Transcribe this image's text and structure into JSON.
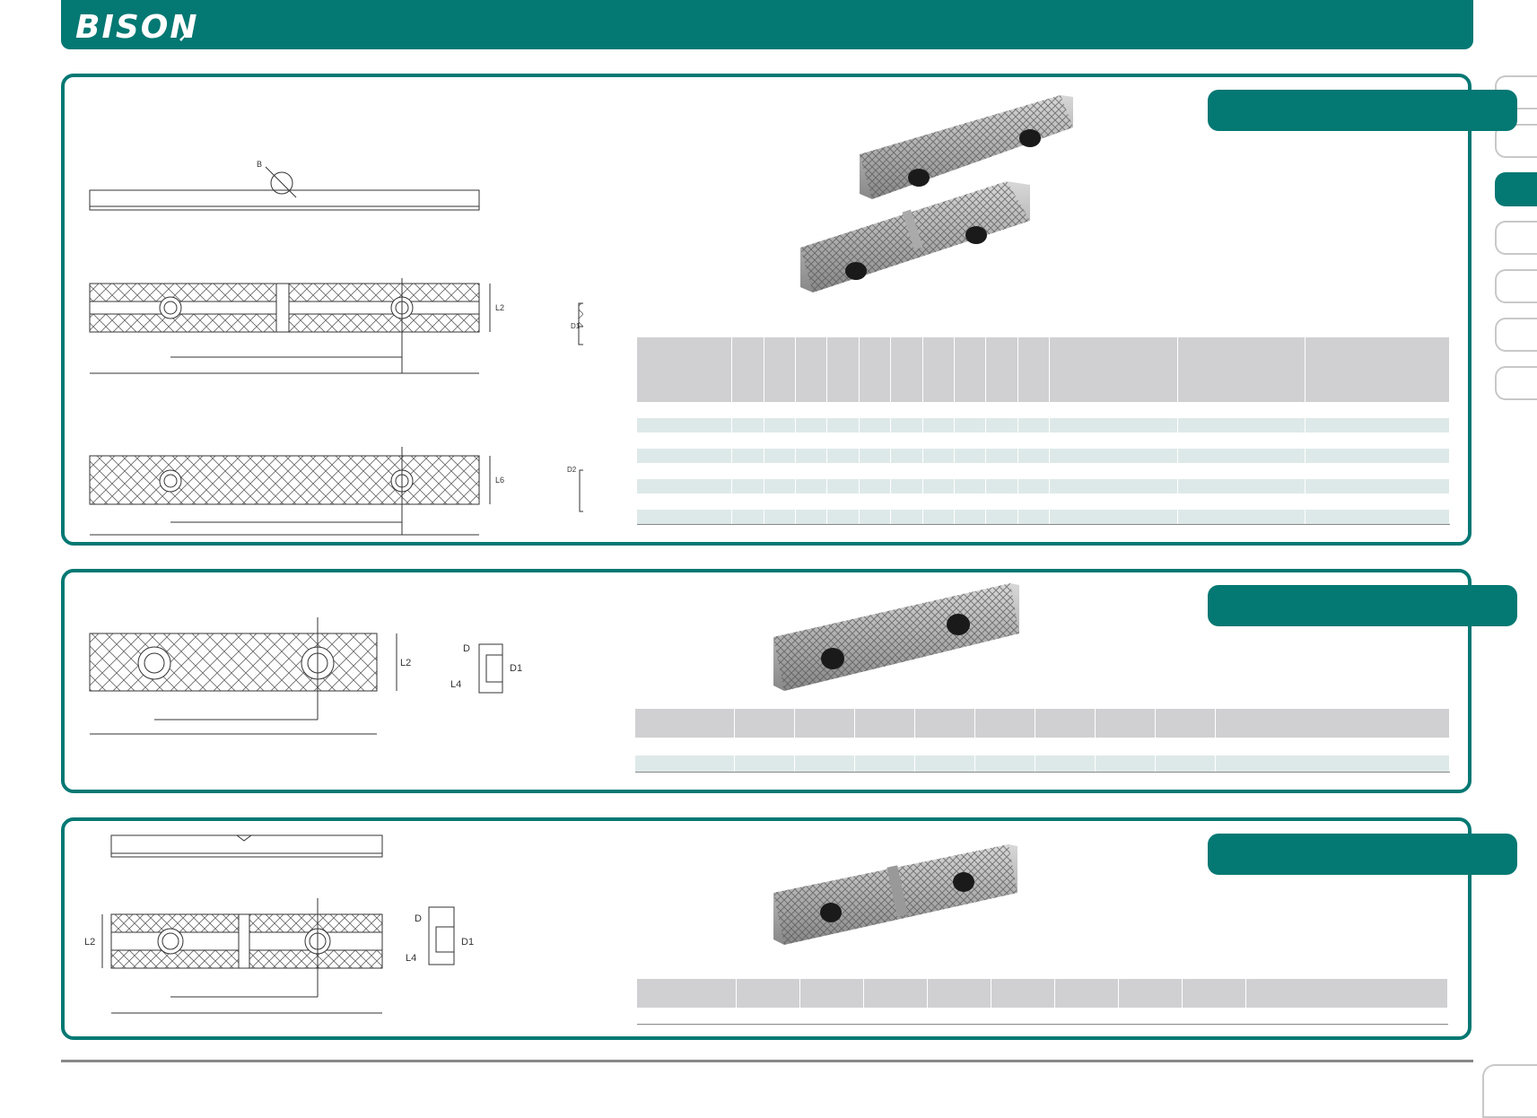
{
  "brand": {
    "name": "BISON",
    "color": "#047873"
  },
  "header": {
    "logo_label": "BISON"
  },
  "sections": [
    {
      "id": "section-1",
      "title": ""
    },
    {
      "id": "section-2",
      "title": ""
    },
    {
      "id": "section-3",
      "title": ""
    }
  ],
  "drawing_labels": {
    "l2": "L2",
    "l4": "L4",
    "l6": "L6",
    "d": "D",
    "d1": "D1",
    "d2": "D2",
    "b": "B"
  },
  "side_tabs": {
    "count": 7,
    "active_index": 2
  },
  "colors": {
    "teal": "#047873",
    "table_header": "#d0d0d2",
    "table_band": "#dde9e8"
  }
}
